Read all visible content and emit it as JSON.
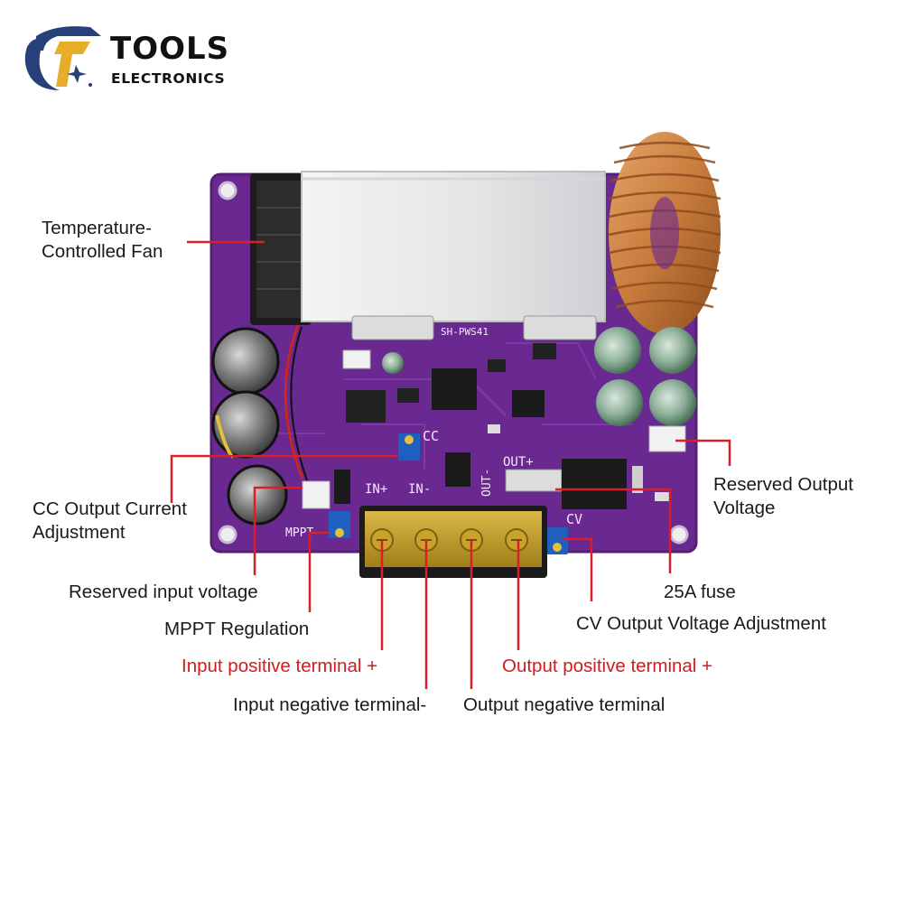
{
  "brand": {
    "name": "TOOLS",
    "subtitle": "ELECTRONICS",
    "colors": {
      "logo_dark": "#27407a",
      "logo_gold": "#e6ac2a",
      "text": "#111111"
    }
  },
  "board": {
    "silkscreen": {
      "model": "SH-PWS41",
      "cc": "CC",
      "cv": "CV",
      "in_plus": "IN+",
      "in_minus": "IN-",
      "out_plus": "OUT+",
      "out_minus": "OUT-",
      "mppt": "MPPT"
    },
    "colors": {
      "pcb": "#6a2891",
      "heatsink": "#e9e9ea",
      "coil": "#c77b3c",
      "terminal": "#c9a22c",
      "potentiometer": "#1f5fbf"
    }
  },
  "callouts": {
    "fan": {
      "line1": "Temperature-",
      "line2": "Controlled Fan"
    },
    "reserved_output": {
      "line1": "Reserved Output",
      "line2": "Voltage"
    },
    "cc": {
      "line1": "CC Output Current",
      "line2": "Adjustment"
    },
    "reserved_input": "Reserved input voltage",
    "fuse": "25A fuse",
    "mppt": "MPPT Regulation",
    "cv": "CV Output Voltage Adjustment",
    "input_positive": "Input positive terminal +",
    "output_positive": "Output positive terminal +",
    "input_negative": "Input negative terminal-",
    "output_negative": "Output negative terminal"
  },
  "leader_color": "#d8202a"
}
